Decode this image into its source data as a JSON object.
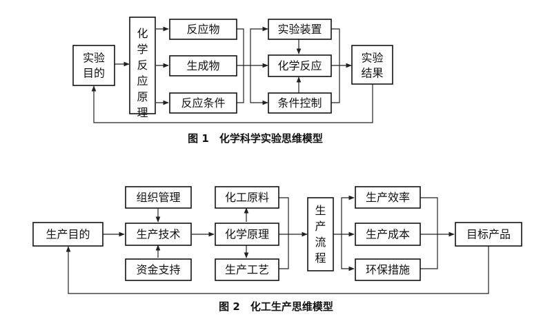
{
  "figure1": {
    "caption": "图 1　化学科学实验思维模型",
    "nodes": {
      "purpose": "实验目的",
      "principle": "化学反应原理",
      "reactant": "反应物",
      "product": "生成物",
      "condition": "反应条件",
      "apparatus": "实验装置",
      "reaction": "化学反应",
      "control": "条件控制",
      "result": "实验结果"
    }
  },
  "figure2": {
    "caption": "图 2　化工生产思维模型",
    "nodes": {
      "goal": "生产目的",
      "org": "组织管理",
      "tech": "生产技术",
      "fund": "资金支持",
      "raw": "化工原料",
      "chem": "化学原理",
      "craft": "生产工艺",
      "flow": "生产流程",
      "efficiency": "生产效率",
      "cost": "生产成本",
      "eco": "环保措施",
      "target": "目标产品"
    }
  }
}
